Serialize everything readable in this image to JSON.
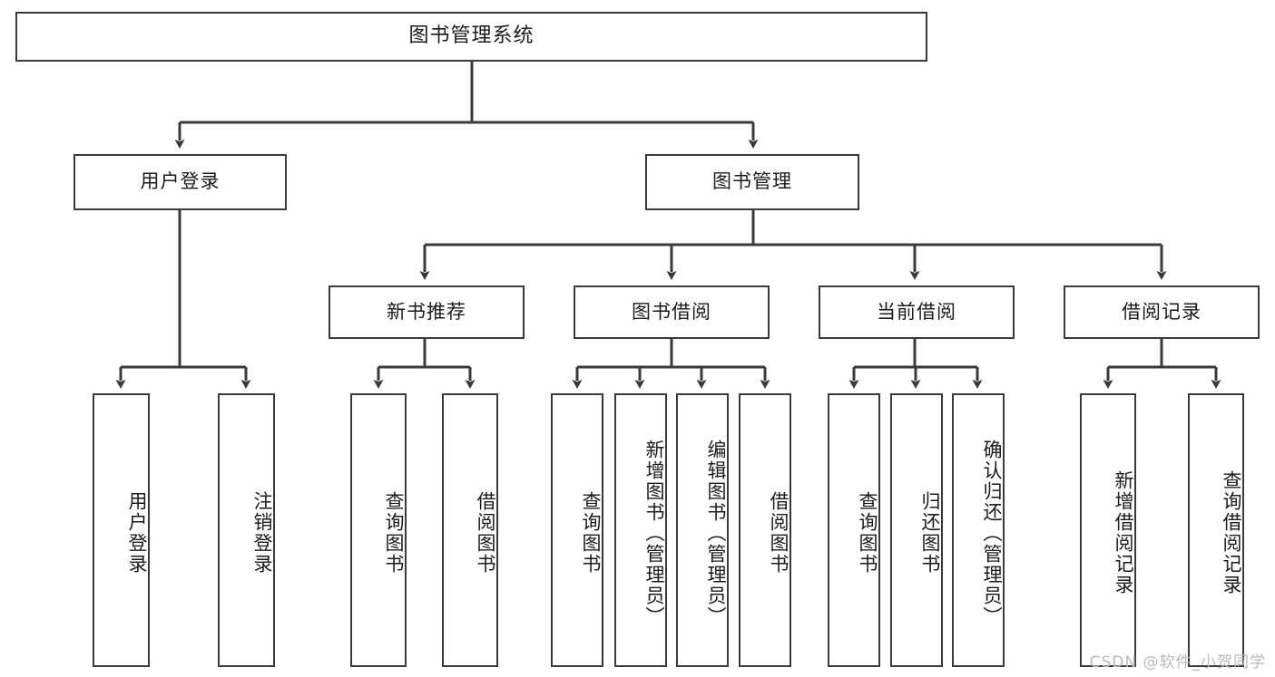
{
  "diagram": {
    "title": "图书管理系统",
    "type": "tree",
    "root": {
      "id": "root",
      "label": "图书管理系统",
      "orientation": "horizontal"
    },
    "level2": [
      {
        "id": "user-login",
        "label": "用户登录",
        "orientation": "horizontal"
      },
      {
        "id": "book-manage",
        "label": "图书管理",
        "orientation": "horizontal"
      }
    ],
    "level3": [
      {
        "id": "new-book-recommend",
        "label": "新书推荐",
        "orientation": "horizontal",
        "parent": "book-manage"
      },
      {
        "id": "book-borrow",
        "label": "图书借阅",
        "orientation": "horizontal",
        "parent": "book-manage"
      },
      {
        "id": "current-borrow",
        "label": "当前借阅",
        "orientation": "horizontal",
        "parent": "book-manage"
      },
      {
        "id": "borrow-record",
        "label": "借阅记录",
        "orientation": "horizontal",
        "parent": "book-manage"
      }
    ],
    "leaves": [
      {
        "id": "leaf-user-login",
        "label": "用户登录",
        "parent": "user-login"
      },
      {
        "id": "leaf-user-logout",
        "label": "注销登录",
        "parent": "user-login"
      },
      {
        "id": "leaf-query-book-1",
        "label": "查询图书",
        "parent": "new-book-recommend"
      },
      {
        "id": "leaf-borrow-book-1",
        "label": "借阅图书",
        "parent": "new-book-recommend"
      },
      {
        "id": "leaf-query-book-2",
        "label": "查询图书",
        "parent": "book-borrow"
      },
      {
        "id": "leaf-add-book",
        "label": "新增图书（管理员）",
        "parent": "book-borrow"
      },
      {
        "id": "leaf-edit-book",
        "label": "编辑图书（管理员）",
        "parent": "book-borrow"
      },
      {
        "id": "leaf-borrow-book-2",
        "label": "借阅图书",
        "parent": "book-borrow"
      },
      {
        "id": "leaf-query-book-3",
        "label": "查询图书",
        "parent": "current-borrow"
      },
      {
        "id": "leaf-return-book",
        "label": "归还图书",
        "parent": "current-borrow"
      },
      {
        "id": "leaf-confirm-return",
        "label": "确认归还（管理员）",
        "parent": "current-borrow"
      },
      {
        "id": "leaf-add-record",
        "label": "新增借阅记录",
        "parent": "borrow-record"
      },
      {
        "id": "leaf-query-record",
        "label": "查询借阅记录",
        "parent": "borrow-record"
      }
    ]
  },
  "watermark": {
    "text": "CSDN @软件_小贺同学"
  },
  "colors": {
    "stroke": "#3a3a3a",
    "background": "#ffffff",
    "text": "#1b1b1b",
    "watermark": "#b9b9b9"
  }
}
